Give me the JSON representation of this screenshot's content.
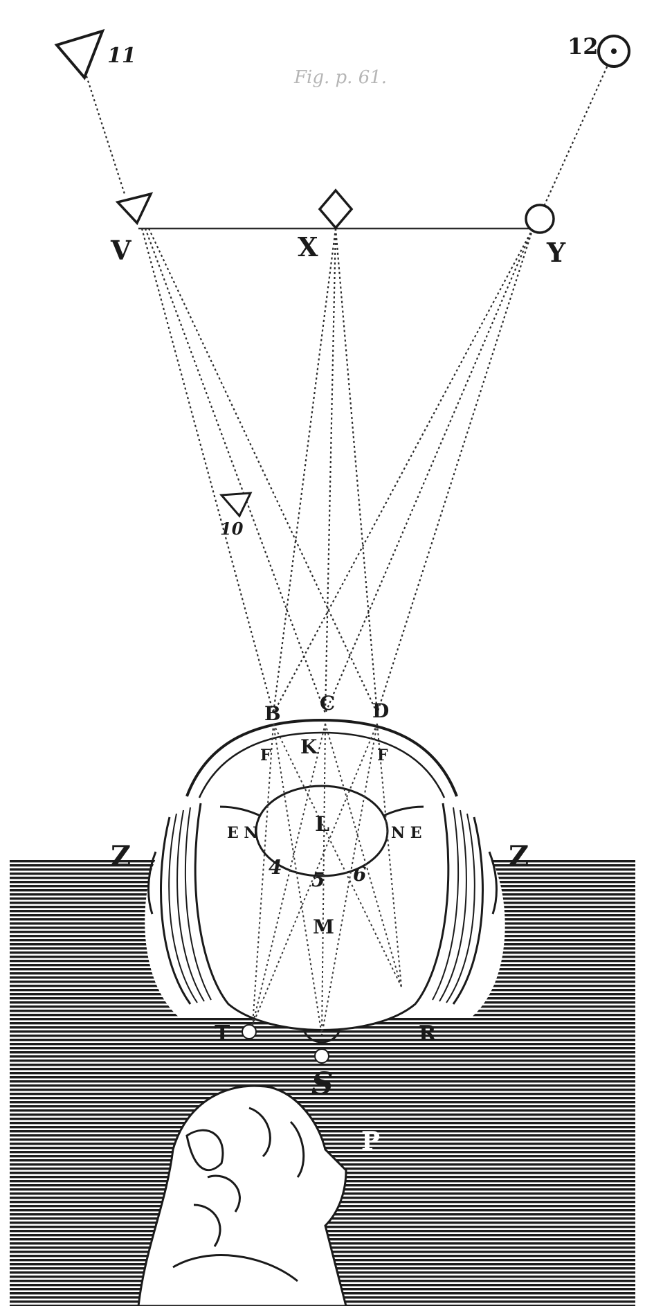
{
  "caption": "Fig. p. 61.",
  "points": {
    "triangle_far": "11",
    "circle_far": "12",
    "triangle_near": "10",
    "v": "V",
    "x": "X",
    "y": "Y"
  },
  "eye": {
    "cornea_left": "B",
    "cornea_center": "C",
    "cornea_right": "D",
    "aqueous": "K",
    "lens": "L",
    "vitreous": "M",
    "iris_left": "F",
    "iris_right": "F",
    "ciliary_left": "E N",
    "ciliary_right": "N E",
    "image_4": "4",
    "image_5": "5",
    "image_6": "6",
    "retina_left": "T",
    "retina_right": "R",
    "optic_nerve": "S",
    "socket_left": "Z",
    "socket_right": "Z",
    "observer": "P"
  }
}
